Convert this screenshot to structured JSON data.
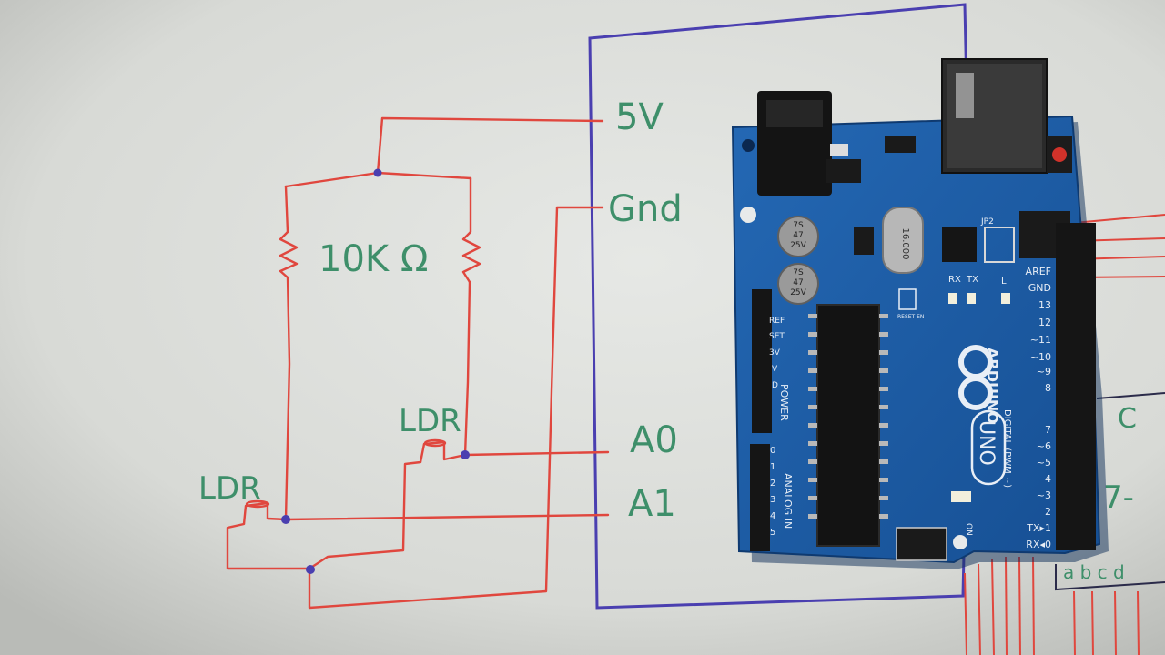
{
  "sketch": {
    "resistor_label": "10K Ω",
    "ldr_top_label": "LDR",
    "ldr_bottom_label": "LDR",
    "pin_5v": "5V",
    "pin_gnd": "Gnd",
    "pin_a0": "A0",
    "pin_a1": "A1",
    "margin_text": "C",
    "margin_text_2": "7-",
    "margin_abcd": "a b c d"
  },
  "board": {
    "logo_text": "ARDUINO",
    "model": "UNO",
    "cap_label": [
      "7S",
      "47",
      "25V"
    ],
    "crystal_label": "16.000",
    "jp_label": "JP2",
    "reset_label": "RESET EN",
    "power_header": "POWER",
    "analog_header": "ANALOG IN",
    "digital_header": "DIGITAL (PWM ~)",
    "power_pins": [
      "REF",
      "SET",
      "3V",
      "V",
      "D"
    ],
    "analog_pins": [
      "0",
      "1",
      "2",
      "3",
      "4",
      "5"
    ],
    "digital_pins": [
      "AREF",
      "GND",
      "13",
      "12",
      "~11",
      "~10",
      "~9",
      "8",
      "7",
      "~6",
      "~5",
      "4",
      "~3",
      "2",
      "TX▸1",
      "RX◂0"
    ],
    "led_labels": [
      "TX",
      "RX",
      "L"
    ],
    "on_label": "ON"
  },
  "colors": {
    "paper": "#dfe1de",
    "red_wire": "#e0473e",
    "green_ink": "#3e8f6a",
    "blue_ink": "#4a3fb0",
    "board_blue": "#1d5fa8",
    "board_dark": "#123e78"
  }
}
